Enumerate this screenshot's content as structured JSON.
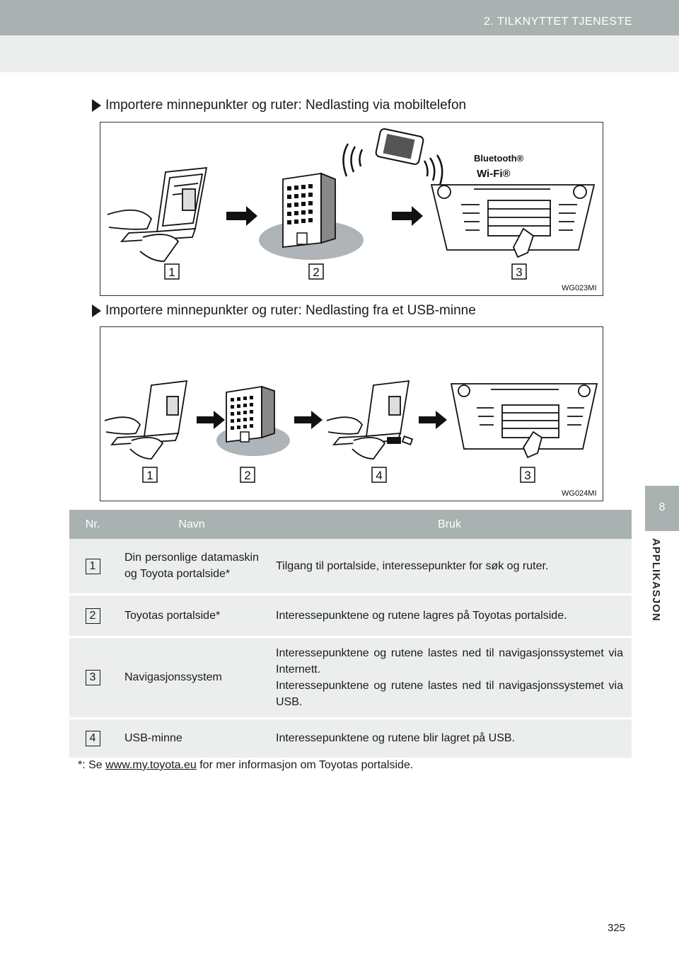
{
  "header": {
    "title": "2. TILKNYTTET TJENESTE"
  },
  "side_tab": {
    "number": "8",
    "label": "APPLIKASJON"
  },
  "sections": [
    {
      "title": "Importere minnepunkter og ruter: Nedlasting via mobiltelefon",
      "figure": {
        "code": "WG023MI",
        "labels": [
          "1",
          "2",
          "3"
        ],
        "logos": [
          "Bluetooth®",
          "Wi-Fi®"
        ]
      }
    },
    {
      "title": "Importere minnepunkter og ruter: Nedlasting fra et USB-minne",
      "figure": {
        "code": "WG024MI",
        "labels": [
          "1",
          "2",
          "4",
          "3"
        ]
      }
    }
  ],
  "table": {
    "headers": [
      "Nr.",
      "Navn",
      "Bruk"
    ],
    "rows": [
      {
        "nr": "1",
        "navn": "Din personlige data­maskin og Toyota por­talside*",
        "bruk": [
          "Tilgang til portalside, interessepunkter for søk og ruter."
        ]
      },
      {
        "nr": "2",
        "navn": "Toyotas portalside*",
        "bruk": [
          "Interessepunktene og rutene lagres på Toyotas portalside."
        ]
      },
      {
        "nr": "3",
        "navn": "Navigasjonssystem",
        "bruk": [
          "Interessepunktene og rutene lastes ned til navigasjonssyste­met via Internett.",
          "Interessepunktene og rutene lastes ned til navigasjonssyste­met via USB."
        ]
      },
      {
        "nr": "4",
        "navn": "USB-minne",
        "bruk": [
          "Interessepunktene og rutene blir lagret på USB."
        ]
      }
    ]
  },
  "footnote": {
    "prefix": "*: Se ",
    "link": "www.my.toyota.eu",
    "suffix": " for mer informasjon om Toyotas portalside."
  },
  "page_number": "325"
}
